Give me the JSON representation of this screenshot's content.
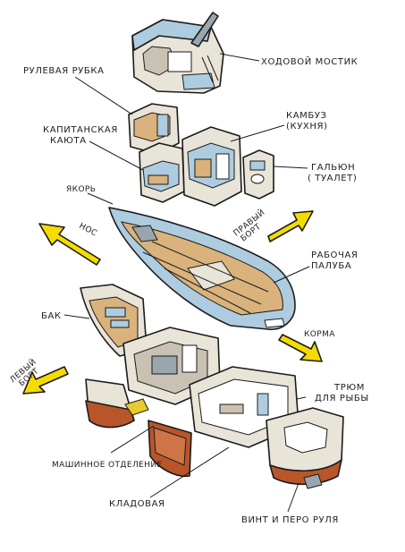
{
  "labels": {
    "bridge": "ХОДОВОЙ МОСТИК",
    "wheelhouse": "РУЛЕВАЯ РУБКА",
    "captain_cabin_1": "КАПИТАНСКАЯ",
    "captain_cabin_2": "КАЮТА",
    "galley_1": "КАМБУЗ",
    "galley_2": "(КУХНЯ)",
    "toilet_1": "ГАЛЬЮН",
    "toilet_2": "( ТУАЛЕТ)",
    "anchor": "ЯКОРЬ",
    "bow": "НОС",
    "starboard_1": "ПРАВЫЙ",
    "starboard_2": "БОРТ",
    "work_deck_1": "РАБОЧАЯ",
    "work_deck_2": "ПАЛУБА",
    "forecastle": "БАК",
    "stern": "КОРМА",
    "port_1": "ЛЕВЫЙ",
    "port_2": "БОРТ",
    "fish_hold_1": "ТРЮМ",
    "fish_hold_2": "ДЛЯ РЫБЫ",
    "engine_room": "МАШИННОЕ ОТДЕЛЕНИЕ",
    "storeroom": "КЛАДОВАЯ",
    "propeller_rudder": "ВИНТ И ПЕРО РУЛЯ"
  },
  "colors": {
    "arrow": "#f5dc00",
    "hull_blue": "#aeccdf",
    "deck_wood": "#d9b27c",
    "hull_red": "#b8562a",
    "interior": "#e9e4d8",
    "outline": "#1b1b1b"
  }
}
